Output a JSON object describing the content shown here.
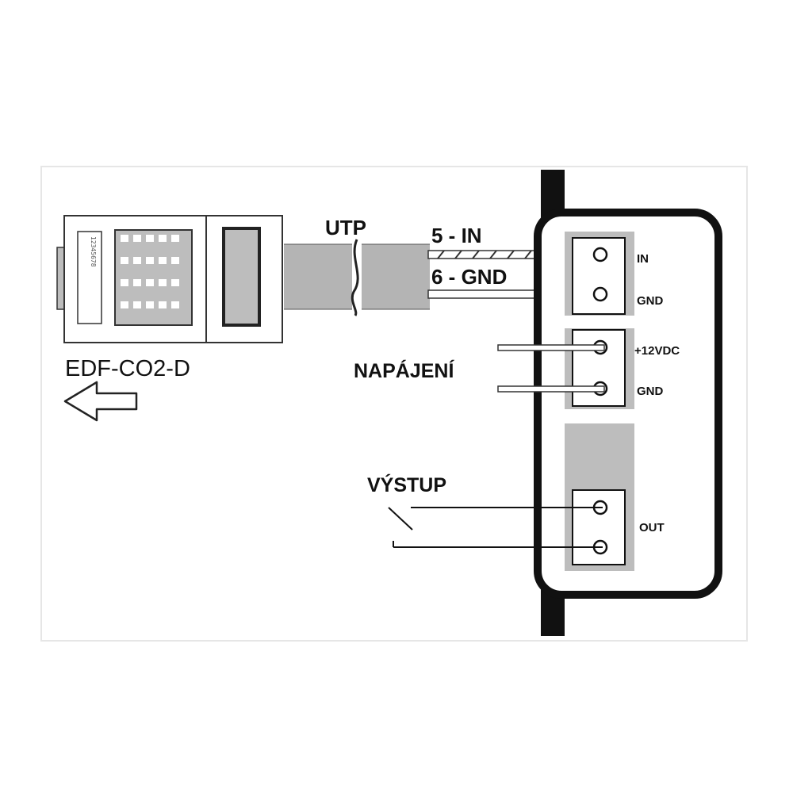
{
  "device": {
    "model_label": "EDF-CO2-D",
    "rj45_pin_numbers": "12345678"
  },
  "cable": {
    "label": "UTP",
    "wire_in_label": "5 - IN",
    "wire_gnd_label": "6 - GND"
  },
  "terminal_block": {
    "in_label": "IN",
    "gnd_label_1": "GND",
    "power_label": "+12VDC",
    "gnd_label_2": "GND",
    "out_label": "OUT"
  },
  "power_label": "NAPÁJENÍ",
  "output_label": "VÝSTUP",
  "colors": {
    "panel_gray": "#bdbdbd",
    "cable_gray": "#b4b4b4",
    "line_black": "#111111",
    "frame_border": "#e6e6e6"
  }
}
